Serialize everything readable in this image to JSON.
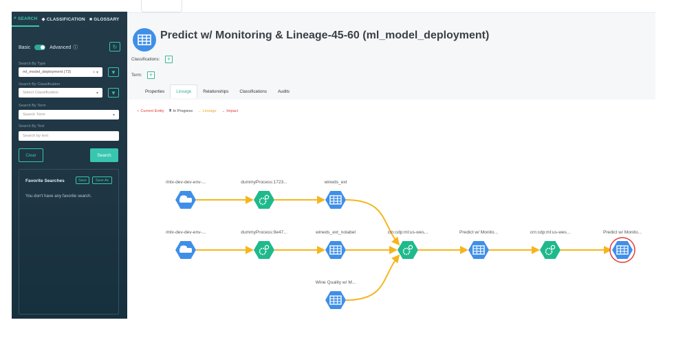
{
  "sidebar": {
    "tabs": [
      {
        "label": "SEARCH",
        "icon": "search-icon"
      },
      {
        "label": "CLASSIFICATION",
        "icon": "tag-icon"
      },
      {
        "label": "GLOSSARY",
        "icon": "folder-icon"
      }
    ],
    "mode_basic": "Basic",
    "mode_advanced": "Advanced",
    "search_by_type_label": "Search By Type",
    "search_by_type_value": "ml_model_deployment (73)",
    "search_by_classification_label": "Search By Classification",
    "search_by_classification_placeholder": "Select Classification",
    "search_by_term_label": "Search By Term",
    "search_by_term_placeholder": "Search Term",
    "search_by_text_label": "Search By Text",
    "search_by_text_placeholder": "Search by text",
    "clear_label": "Clear",
    "search_label": "Search",
    "favorites": {
      "title": "Favorite Searches",
      "save_label": "Save",
      "save_as_label": "Save As",
      "empty_text": "You don't have any favorite search."
    }
  },
  "main": {
    "title": "Predict w/ Monitoring & Lineage-45-60 (ml_model_deployment)",
    "classifications_label": "Classifications:",
    "term_label": "Term:",
    "tabs": [
      "Properties",
      "Lineage",
      "Relationships",
      "Classifications",
      "Audits"
    ],
    "active_tab": "Lineage",
    "legend": [
      {
        "label": "Current Entity",
        "color": "#e53935",
        "icon": "circle-icon"
      },
      {
        "label": "In Progress",
        "color": "#444444",
        "icon": "hourglass-icon"
      },
      {
        "label": "Lineage",
        "color": "#f5a623",
        "icon": "arrow-right-icon"
      },
      {
        "label": "Impact",
        "color": "#e53935",
        "icon": "arrow-right-icon"
      }
    ]
  },
  "lineage": {
    "colors": {
      "edge": "#f5b51c",
      "dataset": "#3f8fe8",
      "process": "#1fb98c",
      "current": "#e53935"
    },
    "nodes": [
      {
        "id": "n1",
        "label": "/mlx-dev-dev-env-...",
        "kind": "storage"
      },
      {
        "id": "n2",
        "label": "dummyProcess:1723...",
        "kind": "process"
      },
      {
        "id": "n3",
        "label": "wineds_ext",
        "kind": "dataset"
      },
      {
        "id": "n4",
        "label": "/mlx-dev-dev-env-...",
        "kind": "storage"
      },
      {
        "id": "n5",
        "label": "dummyProcess:9e47...",
        "kind": "process"
      },
      {
        "id": "n6",
        "label": "wineds_ext_nolabel",
        "kind": "dataset"
      },
      {
        "id": "n7",
        "label": "Wine Quality w/ M...",
        "kind": "dataset"
      },
      {
        "id": "n8",
        "label": "crn:cdp:ml:us-wes...",
        "kind": "process"
      },
      {
        "id": "n9",
        "label": "Predict w/ Monito...",
        "kind": "dataset"
      },
      {
        "id": "n10",
        "label": "crn:cdp:ml:us-wes...",
        "kind": "process"
      },
      {
        "id": "n11",
        "label": "Predict w/ Monito...",
        "kind": "dataset",
        "current": true
      }
    ],
    "edges": [
      [
        "n1",
        "n2"
      ],
      [
        "n2",
        "n3"
      ],
      [
        "n3",
        "n8"
      ],
      [
        "n4",
        "n5"
      ],
      [
        "n5",
        "n6"
      ],
      [
        "n6",
        "n8"
      ],
      [
        "n7",
        "n8"
      ],
      [
        "n8",
        "n9"
      ],
      [
        "n9",
        "n10"
      ],
      [
        "n10",
        "n11"
      ]
    ]
  }
}
